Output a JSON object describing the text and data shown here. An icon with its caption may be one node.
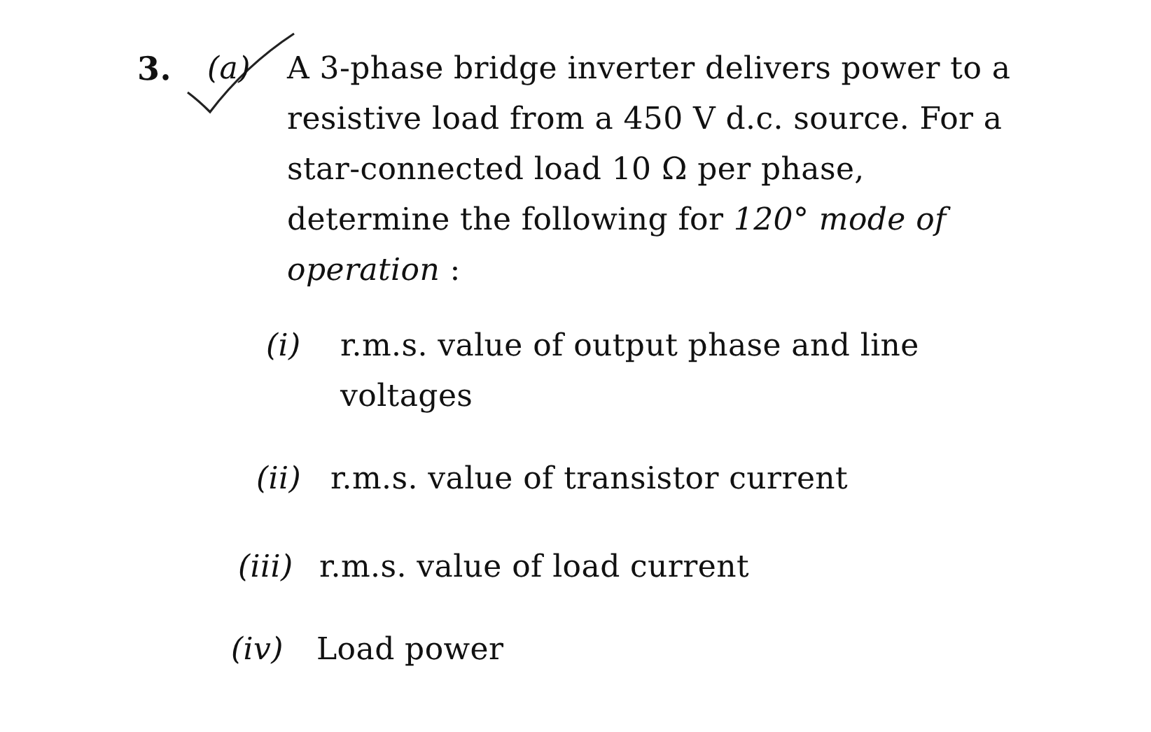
{
  "diagram": {
    "labels": [
      "3.",
      "(a)",
      "A 3-phase bridge inverter delivers power to a resistive load from a 450 V d.c. source. For a star-connected load 10 Ω per phase, determine the following for *120° mode of operation* :",
      "(i)",
      "r.m.s. value of output phase and line voltages",
      "(ii)",
      "r.m.s. value of transistor current",
      "(iii)",
      "r.m.s. value of load current",
      "(iv)",
      "Load power"
    ]
  }
}
